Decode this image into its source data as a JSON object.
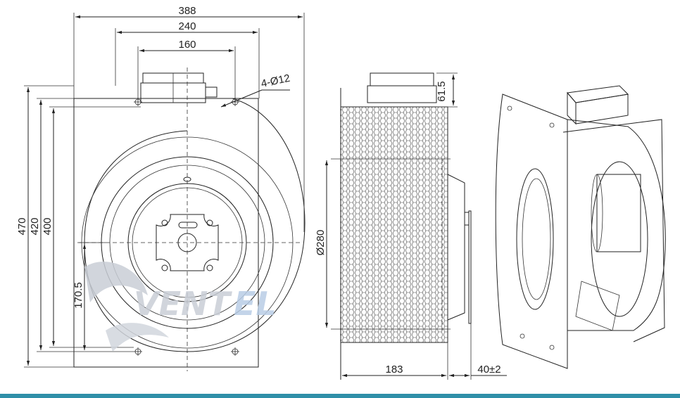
{
  "dimensions": {
    "width_overall": "388",
    "width_bracket": "240",
    "width_box": "160",
    "holes": "4-Ø12",
    "height_overall": "470",
    "height_420": "420",
    "height_400": "400",
    "height_170": "170.5",
    "diameter": "Ø280",
    "box_height": "61.5",
    "depth": "183",
    "shaft": "40±2"
  },
  "watermark": {
    "part1": "VENT",
    "part2": "EL"
  },
  "colors": {
    "line": "#222222",
    "watermark_gray": "#c9ced6",
    "watermark_blue": "#b9cde6",
    "bar": "#2f8fa8"
  }
}
